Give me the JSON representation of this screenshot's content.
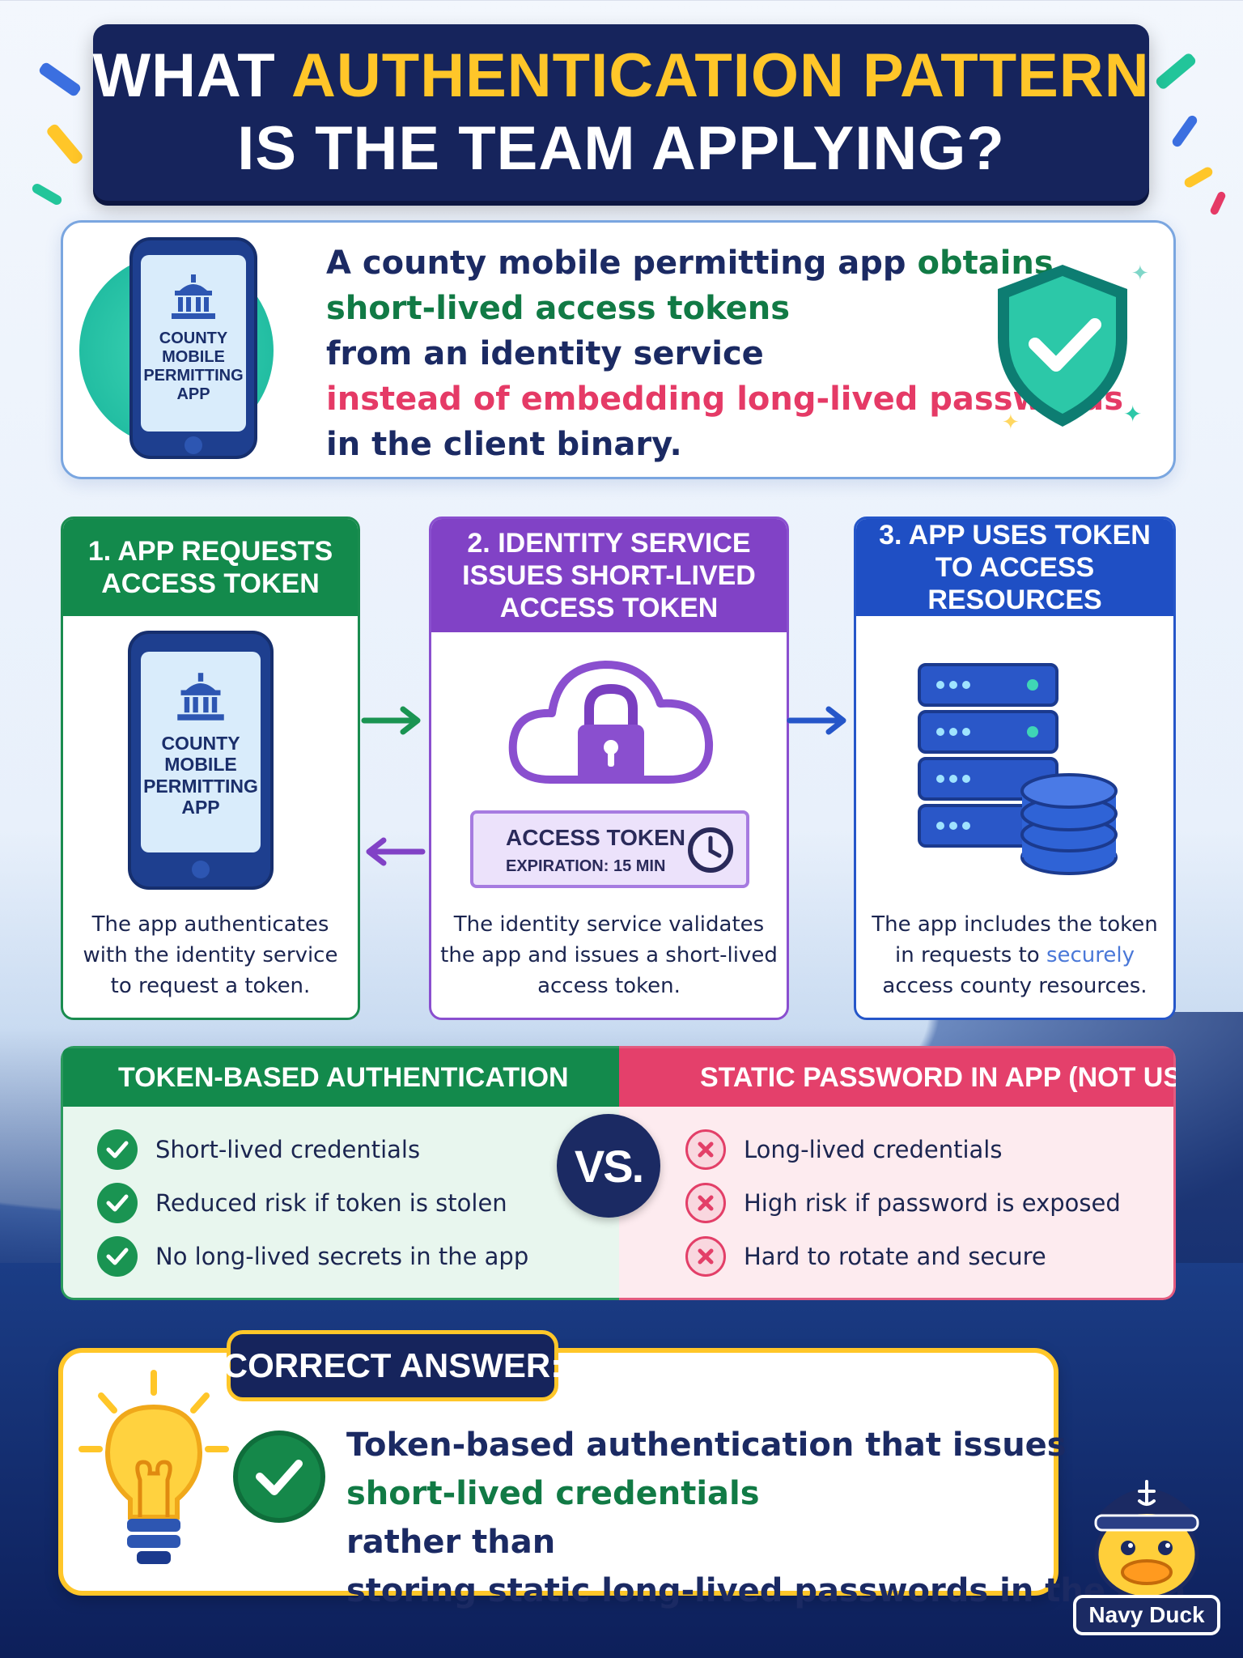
{
  "title": {
    "line1_prefix": "WHAT ",
    "line1_accent": "AUTHENTICATION PATTERN",
    "line2": "IS THE TEAM APPLYING?"
  },
  "intro": {
    "phone_label": "COUNTY\nMOBILE\nPERMITTING\nAPP",
    "lines": [
      {
        "parts": [
          {
            "text": "A county mobile permitting app ",
            "color": "navy"
          },
          {
            "text": "obtains",
            "color": "green"
          }
        ]
      },
      {
        "parts": [
          {
            "text": "short-lived access tokens",
            "color": "green"
          }
        ]
      },
      {
        "parts": [
          {
            "text": "from an identity service",
            "color": "navy"
          }
        ]
      },
      {
        "parts": [
          {
            "text": "instead of embedding long-lived passwords",
            "color": "red"
          }
        ]
      },
      {
        "parts": [
          {
            "text": "in the client binary.",
            "color": "navy"
          }
        ]
      }
    ]
  },
  "steps": [
    {
      "title": "1. APP REQUESTS\nACCESS TOKEN",
      "phone_label": "COUNTY\nMOBILE\nPERMITTING\nAPP",
      "desc": "The app authenticates with the identity service to request a token."
    },
    {
      "title": "2. IDENTITY SERVICE\nISSUES SHORT-LIVED\nACCESS TOKEN",
      "token_title": "ACCESS TOKEN",
      "token_exp": "EXPIRATION: 15 MIN",
      "desc": "The identity service validates the app and issues a short-lived access token."
    },
    {
      "title": "3. APP USES TOKEN\nTO ACCESS RESOURCES",
      "desc_prefix": "The app includes the token in requests to ",
      "desc_accent": "securely",
      "desc_suffix": " access county resources."
    }
  ],
  "compare": {
    "left_title": "TOKEN-BASED AUTHENTICATION",
    "left_items": [
      "Short-lived credentials",
      "Reduced risk if token is stolen",
      "No long-lived secrets in the app"
    ],
    "vs": "VS.",
    "right_title": "STATIC PASSWORD IN APP (NOT USED)",
    "right_items": [
      "Long-lived credentials",
      "High risk if password is exposed",
      "Hard to rotate and secure"
    ]
  },
  "answer": {
    "tag": "CORRECT ANSWER:",
    "line1": "Token-based authentication that issues",
    "line2_accent": "short-lived credentials",
    "line2_rest": " rather than",
    "line3": "storing static long-lived passwords in the app."
  },
  "brand": {
    "name": "Navy Duck"
  },
  "colors": {
    "navy": "#1b2a63",
    "green": "#117a45",
    "red": "#e53a66",
    "gold": "#ffc629",
    "purple": "#8142c6",
    "blue": "#1f4fc4"
  }
}
